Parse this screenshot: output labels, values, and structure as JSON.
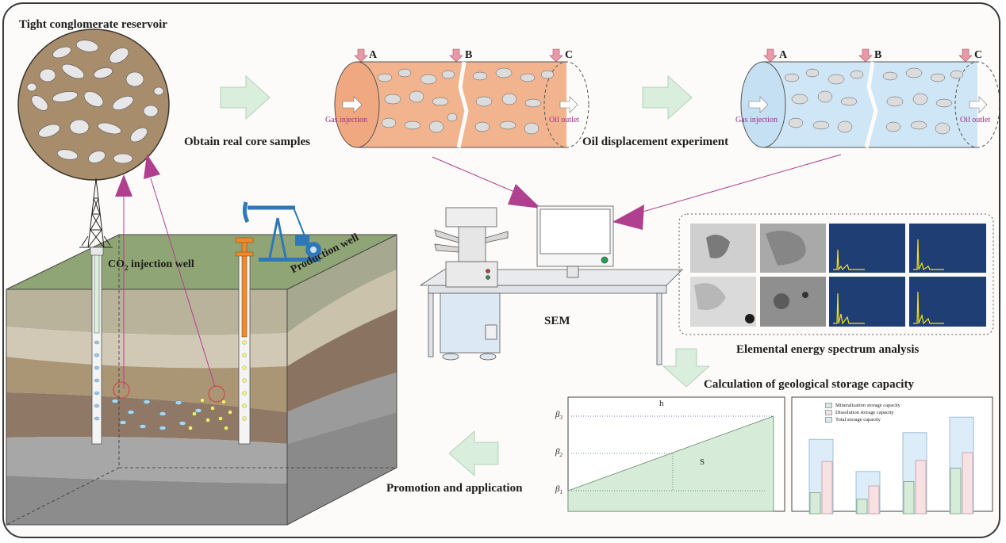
{
  "title": "Tight conglomerate reservoir",
  "steps": {
    "obtain": "Obtain real core samples",
    "displacement": "Oil displacement experiment",
    "sem": "SEM",
    "spectrum": "Elemental energy spectrum analysis",
    "capacity": "Calculation of geological storage capacity",
    "promotion": "Promotion and application"
  },
  "core": {
    "points": [
      "A",
      "B",
      "C"
    ],
    "gas_injection": "Gas injection",
    "oil_outlet": "Oil outlet"
  },
  "wells": {
    "injection_prefix": "CO",
    "injection_sub": "2",
    "injection_suffix": " injection well",
    "production": "Production well"
  },
  "capacity_chart": {
    "h_label": "h",
    "s_label": "S",
    "beta1": "β",
    "beta1_sub": "1",
    "beta2": "β",
    "beta2_sub": "2",
    "beta3": "β",
    "beta3_sub": "3"
  },
  "chart_data": {
    "type": "bar",
    "series": [
      {
        "name": "Mineralization storage capacity",
        "values": [
          0.19,
          0.13,
          0.29,
          0.41
        ]
      },
      {
        "name": "Dissolution storage capacity",
        "values": [
          0.47,
          0.25,
          0.48,
          0.55
        ]
      },
      {
        "name": "Total storage capacity",
        "values": [
          0.67,
          0.38,
          0.73,
          0.87
        ]
      }
    ]
  },
  "colors": {
    "arrow_green": "#d9eedd",
    "core_orange": "#f2b48f",
    "core_blue": "#cfe6f7",
    "magenta": "#b0408f",
    "mineral": "#d6ecd9",
    "dissolution": "#f7e1e3",
    "total": "#dcecf8"
  }
}
